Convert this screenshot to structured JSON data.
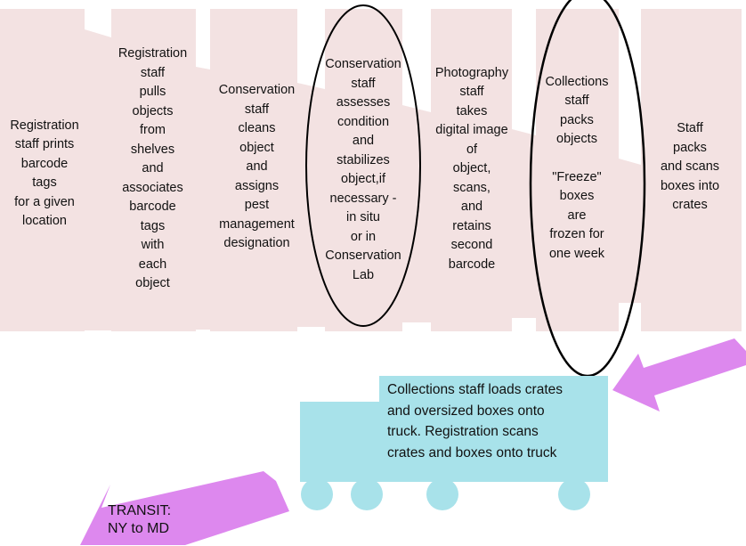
{
  "steps": [
    {
      "lines": [
        "Registration",
        "staff prints",
        "barcode",
        "tags",
        "for a given",
        "location"
      ]
    },
    {
      "lines": [
        "Registration",
        "staff",
        "pulls",
        "objects",
        "from",
        "shelves",
        "and",
        "associates",
        "barcode",
        "tags",
        "with",
        "each",
        "object"
      ]
    },
    {
      "lines": [
        "Conservation",
        "staff",
        "cleans",
        "object",
        "and",
        "assigns",
        "pest",
        "management",
        "designation"
      ]
    },
    {
      "lines": [
        "Conservation",
        "staff",
        "assesses",
        "condition",
        "and",
        "stabilizes",
        "object,if",
        "necessary -",
        "in situ",
        "or in",
        "Conservation",
        "Lab"
      ]
    },
    {
      "lines": [
        "Photography",
        "staff",
        "takes",
        "digital image",
        "of",
        "object,",
        "scans,",
        "and",
        "retains",
        "second",
        "barcode"
      ]
    },
    {
      "lines": [
        "Collections",
        "staff",
        "packs",
        "objects"
      ],
      "lines_b": [
        "\"Freeze\"",
        "boxes",
        "are",
        "frozen for",
        "one week"
      ]
    },
    {
      "lines": [
        "Staff",
        "packs",
        "and scans",
        "boxes into",
        "crates"
      ]
    }
  ],
  "truck": {
    "lines": [
      "Collections staff loads crates",
      "and oversized boxes onto",
      "truck.  Registration scans",
      "crates and boxes onto truck"
    ]
  },
  "transit": {
    "lines": [
      "TRANSIT:",
      "NY to MD"
    ]
  },
  "colors": {
    "band": "#f3e2e2",
    "truck": "#a8e2ea",
    "arrow": "#dd88ee",
    "ellipse": "#000000"
  }
}
